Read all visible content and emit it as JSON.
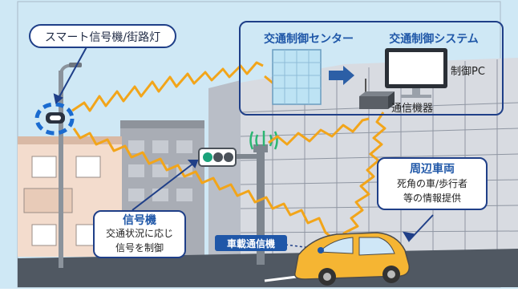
{
  "callouts": {
    "smart_light": {
      "title": "スマート信号機/街路灯"
    },
    "center": {
      "title": "交通制御センター"
    },
    "system": {
      "title": "交通制御システム",
      "pc_label": "制御PC",
      "comm_label": "通信機器"
    },
    "signal": {
      "title": "信号機",
      "line1": "交通状況に応じ",
      "line2": "信号を制御"
    },
    "vehicle": {
      "title": "周辺車両",
      "line1": "死角の車/歩行者",
      "line2": "等の情報提供"
    },
    "onboard": {
      "label": "車載通信機"
    }
  },
  "colors": {
    "sky": "#cfe8f5",
    "border_blue": "#1f3f88",
    "accent_blue": "#1f57a8",
    "wave": "#f2a51a",
    "car": "#f5b533",
    "building_gray": "#c9ccd3"
  }
}
